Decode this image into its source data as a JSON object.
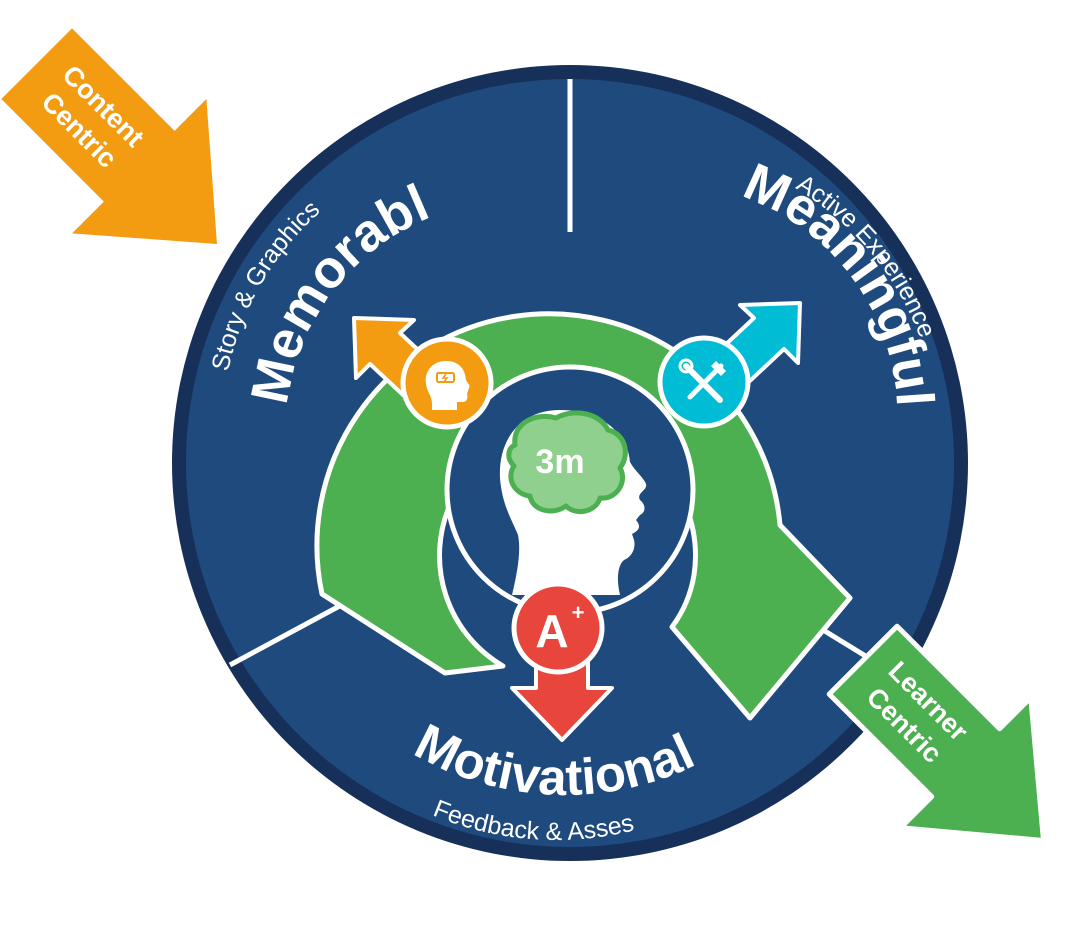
{
  "diagram": {
    "center_label": "3m",
    "grade_label": "A",
    "grade_sup": "+",
    "arrows": {
      "content_centric": {
        "line1": "Content",
        "line2": "Centric"
      },
      "learner_centric": {
        "line1": "Learner",
        "line2": "Centric"
      }
    },
    "segments": {
      "memorable": {
        "title": "Memorable",
        "subtitle": "Story & Graphics"
      },
      "meaningful": {
        "title": "Meaningful",
        "subtitle": "Active Experience"
      },
      "motivational": {
        "title": "Motivational",
        "subtitle": "Feedback & Asses"
      }
    },
    "icons": {
      "memorable": "head-battery-icon",
      "meaningful": "tools-icon",
      "motivational": "grade-a-plus-icon",
      "center": "brain-head-icon"
    },
    "colors": {
      "navy": "#1f4a7e",
      "ring_border": "#16305a",
      "green": "#4caf50",
      "orange": "#f39c12",
      "cyan": "#00bcd4",
      "red": "#e8453c"
    }
  }
}
